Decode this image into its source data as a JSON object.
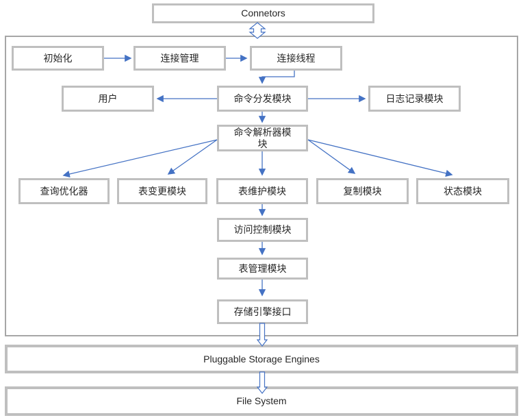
{
  "diagram": {
    "nodes": {
      "connectors": "Connetors",
      "init": "初始化",
      "conn_mgmt": "连接管理",
      "conn_thread": "连接线程",
      "user": "用户",
      "cmd_dispatch": "命令分发模块",
      "logging": "日志记录模块",
      "cmd_parser": "命令解析器模块",
      "query_opt": "查询优化器",
      "table_change": "表变更模块",
      "table_maint": "表维护模块",
      "replication": "复制模块",
      "status": "状态模块",
      "access_ctrl": "访问控制模块",
      "table_mgmt": "表管理模块",
      "storage_iface": "存储引擎接口",
      "pluggable": "Pluggable Storage Engines",
      "filesystem": "File System"
    },
    "edges": [
      {
        "from": "connectors",
        "to": "server-layer",
        "style": "hollow-double-arrow",
        "direction": "both"
      },
      {
        "from": "init",
        "to": "conn_mgmt",
        "style": "solid-arrow"
      },
      {
        "from": "conn_mgmt",
        "to": "conn_thread",
        "style": "solid-arrow"
      },
      {
        "from": "conn_thread",
        "to": "cmd_dispatch",
        "style": "solid-elbow-arrow"
      },
      {
        "from": "cmd_dispatch",
        "to": "user",
        "style": "solid-arrow"
      },
      {
        "from": "cmd_dispatch",
        "to": "logging",
        "style": "solid-arrow"
      },
      {
        "from": "cmd_dispatch",
        "to": "cmd_parser",
        "style": "solid-arrow"
      },
      {
        "from": "cmd_parser",
        "to": "query_opt",
        "style": "solid-arrow"
      },
      {
        "from": "cmd_parser",
        "to": "table_change",
        "style": "solid-arrow"
      },
      {
        "from": "cmd_parser",
        "to": "table_maint",
        "style": "solid-arrow"
      },
      {
        "from": "cmd_parser",
        "to": "replication",
        "style": "solid-arrow"
      },
      {
        "from": "cmd_parser",
        "to": "status",
        "style": "solid-arrow"
      },
      {
        "from": "table_maint",
        "to": "access_ctrl",
        "style": "solid-arrow"
      },
      {
        "from": "access_ctrl",
        "to": "table_mgmt",
        "style": "solid-arrow"
      },
      {
        "from": "table_mgmt",
        "to": "storage_iface",
        "style": "solid-arrow"
      },
      {
        "from": "storage_iface",
        "to": "pluggable",
        "style": "hollow-arrow"
      },
      {
        "from": "pluggable",
        "to": "filesystem",
        "style": "hollow-arrow"
      }
    ],
    "colors": {
      "arrow_blue": "#4472c4",
      "box_border_gray": "#bfbfbf",
      "container_border_gray": "#a6a6a6",
      "text": "#262626",
      "background": "#ffffff"
    }
  }
}
